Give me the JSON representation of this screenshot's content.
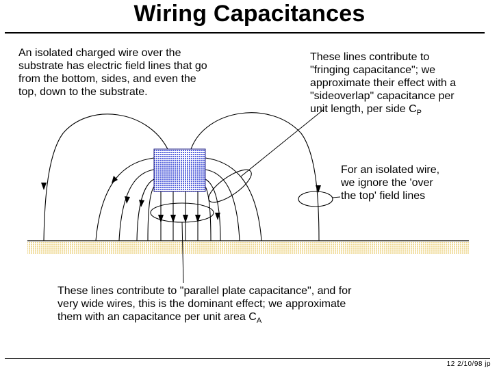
{
  "slide": {
    "title": "Wiring Capacitances",
    "annotations": {
      "isolated_wire": [
        "An isolated charged wire over the",
        "substrate has electric field lines that go",
        "from the bottom, sides, and even the",
        "top, down to the substrate."
      ],
      "fringing": {
        "lines": [
          "These lines contribute to",
          "\"fringing capacitance\"; we",
          "approximate their effect with a",
          "\"sideoverlap\" capacitance per"
        ],
        "last_line": "unit length, per side C",
        "last_sub": "P"
      },
      "ignore_top": [
        "For an isolated wire,",
        "we ignore the 'over",
        "the top' field lines"
      ],
      "parallel_plate": {
        "lines": [
          "These lines contribute to \"parallel plate capacitance\", and for",
          "very wide wires, this is the dominant effect; we approximate"
        ],
        "last_line": "them with an capacitance per unit area C",
        "last_sub": "A"
      }
    },
    "footer": "12  2/10/98  jp"
  },
  "colors": {
    "wire_fill": "#5a66dc",
    "substrate_fill": "#f4e3a8",
    "ink": "#000000"
  }
}
